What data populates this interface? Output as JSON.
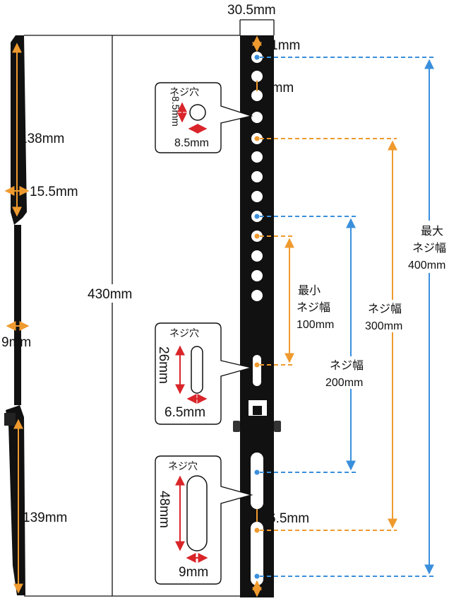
{
  "colors": {
    "orange": "#ef9a2e",
    "blue": "#3a8fdc",
    "red": "#d9252a",
    "bar": "#111111",
    "line": "#111111"
  },
  "dimensions": {
    "bar_width": "30.5mm",
    "top_offset": "11mm",
    "hole_gap": "7mm",
    "panel_height": "430mm",
    "upper_span": "138mm",
    "upper_depth": "15.5mm",
    "middle_depth": "9mm",
    "lower_span": "139mm",
    "slot_gap": "6.5mm"
  },
  "callouts": {
    "round_hole": {
      "title": "ネジ穴",
      "height": "8.5mm",
      "width": "8.5mm"
    },
    "short_slot": {
      "title": "ネジ穴",
      "height": "26mm",
      "width": "6.5mm"
    },
    "long_slot": {
      "title": "ネジ穴",
      "height": "48mm",
      "width": "9mm"
    }
  },
  "spans": {
    "min": {
      "line1": "最小",
      "line2": "ネジ幅",
      "value": "100mm"
    },
    "w200": {
      "line1": "ネジ幅",
      "value": "200mm"
    },
    "w300": {
      "line1": "ネジ幅",
      "value": "300mm"
    },
    "max": {
      "line1": "最大",
      "line2": "ネジ幅",
      "value": "400mm"
    }
  }
}
